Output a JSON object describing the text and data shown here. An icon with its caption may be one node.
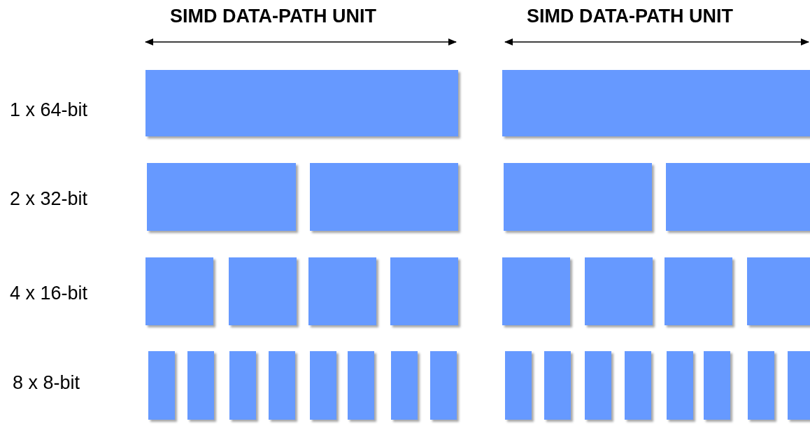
{
  "diagram": {
    "labels": [
      "SIMD DATA-PATH UNIT",
      "SIMD DATA-PATH UNIT",
      "1 x 64-bit",
      "2 x 32-bit",
      "4 x 16-bit",
      "8 x 8-bit"
    ]
  }
}
